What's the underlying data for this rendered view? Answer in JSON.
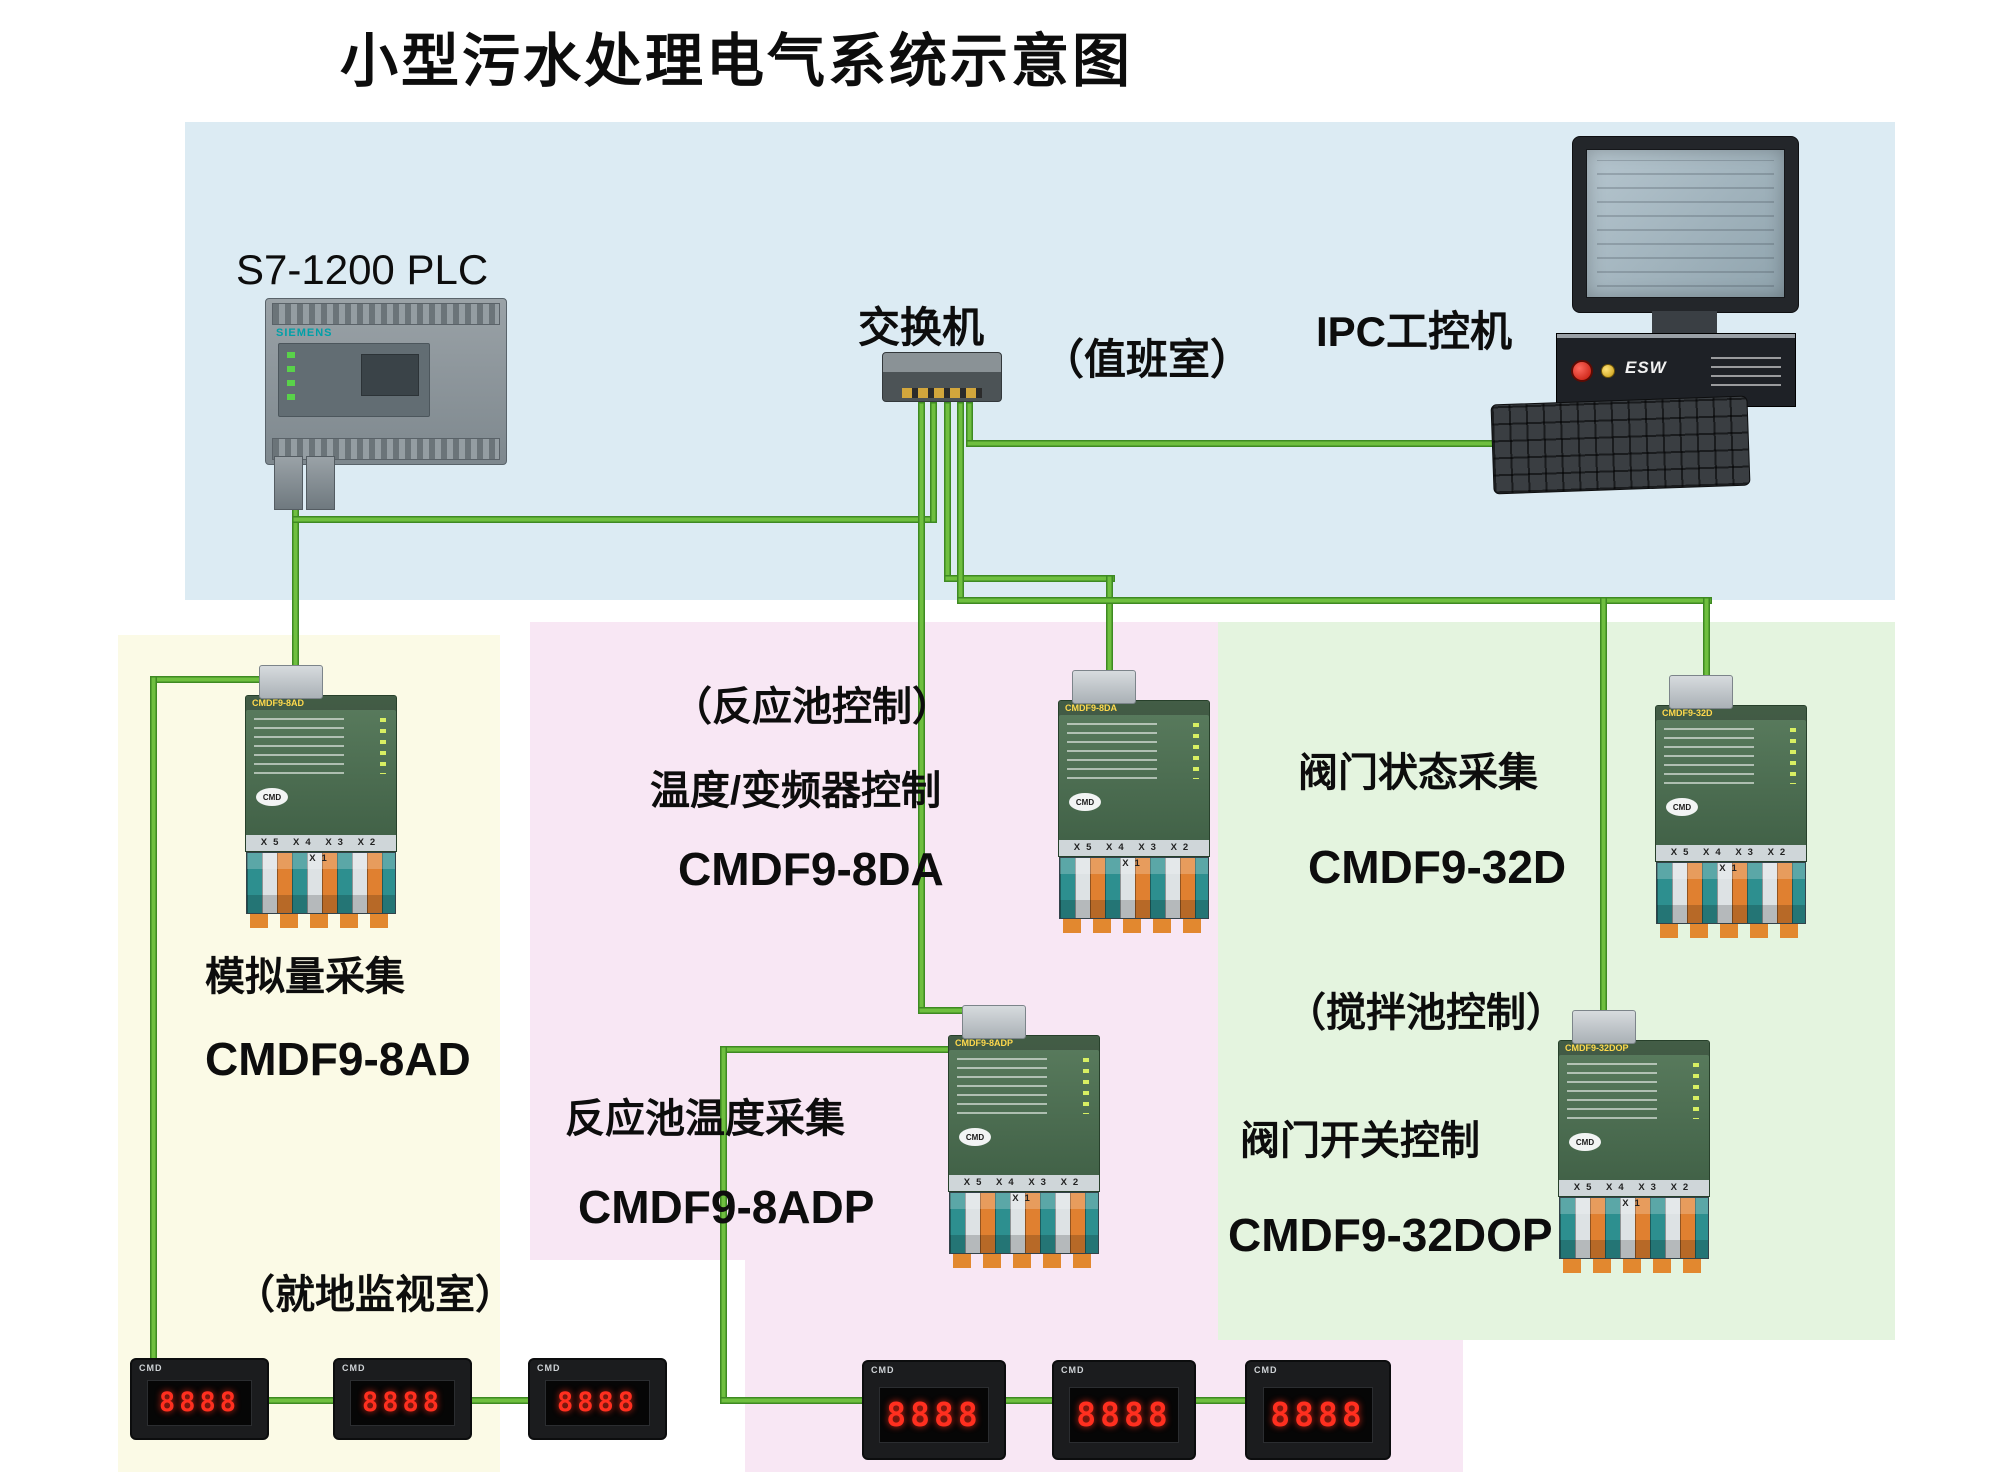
{
  "title": "小型污水处理电气系统示意图",
  "colors": {
    "cable_green": "#6fbf3f",
    "region_blue": "#dcebf3",
    "region_yellow": "#fbfae6",
    "region_pink": "#f8e7f4",
    "region_green": "#e4f4df",
    "meter_digit_red": "#ff2f1f"
  },
  "top": {
    "plc_label": "S7-1200  PLC",
    "plc_brand": "SIEMENS",
    "switch_label": "交换机",
    "duty_room_label": "（值班室）",
    "ipc_label": "IPC工控机",
    "ipc_box_text": "ESW"
  },
  "sections": {
    "left": {
      "line1": "模拟量采集",
      "line2": "CMDF9-8AD",
      "line3": "（就地监视室）"
    },
    "middle": {
      "line1": "（反应池控制）",
      "line2": "温度/变频器控制",
      "line3": "CMDF9-8DA",
      "line4": "反应池温度采集",
      "line5": "CMDF9-8ADP"
    },
    "right": {
      "line1": "阀门状态采集",
      "line2": "CMDF9-32D",
      "line3": "（搅拌池控制）",
      "line4": "阀门开关控制",
      "line5": "CMDF9-32DOP"
    }
  },
  "modules": [
    {
      "name": "CMDF9-8AD",
      "ports": "X5 X4 X3 X2 X1",
      "brand": "CMD"
    },
    {
      "name": "CMDF9-8DA",
      "ports": "X5 X4 X3 X2 X1",
      "brand": "CMD"
    },
    {
      "name": "CMDF9-8ADP",
      "ports": "X5 X4 X3 X2 X1",
      "brand": "CMD"
    },
    {
      "name": "CMDF9-32D",
      "ports": "X5 X4 X3 X2 X1",
      "brand": "CMD"
    },
    {
      "name": "CMDF9-32DOP",
      "ports": "X5 X4 X3 X2 X1",
      "brand": "CMD"
    }
  ],
  "meters": {
    "display": "8888",
    "brand": "CMD"
  }
}
